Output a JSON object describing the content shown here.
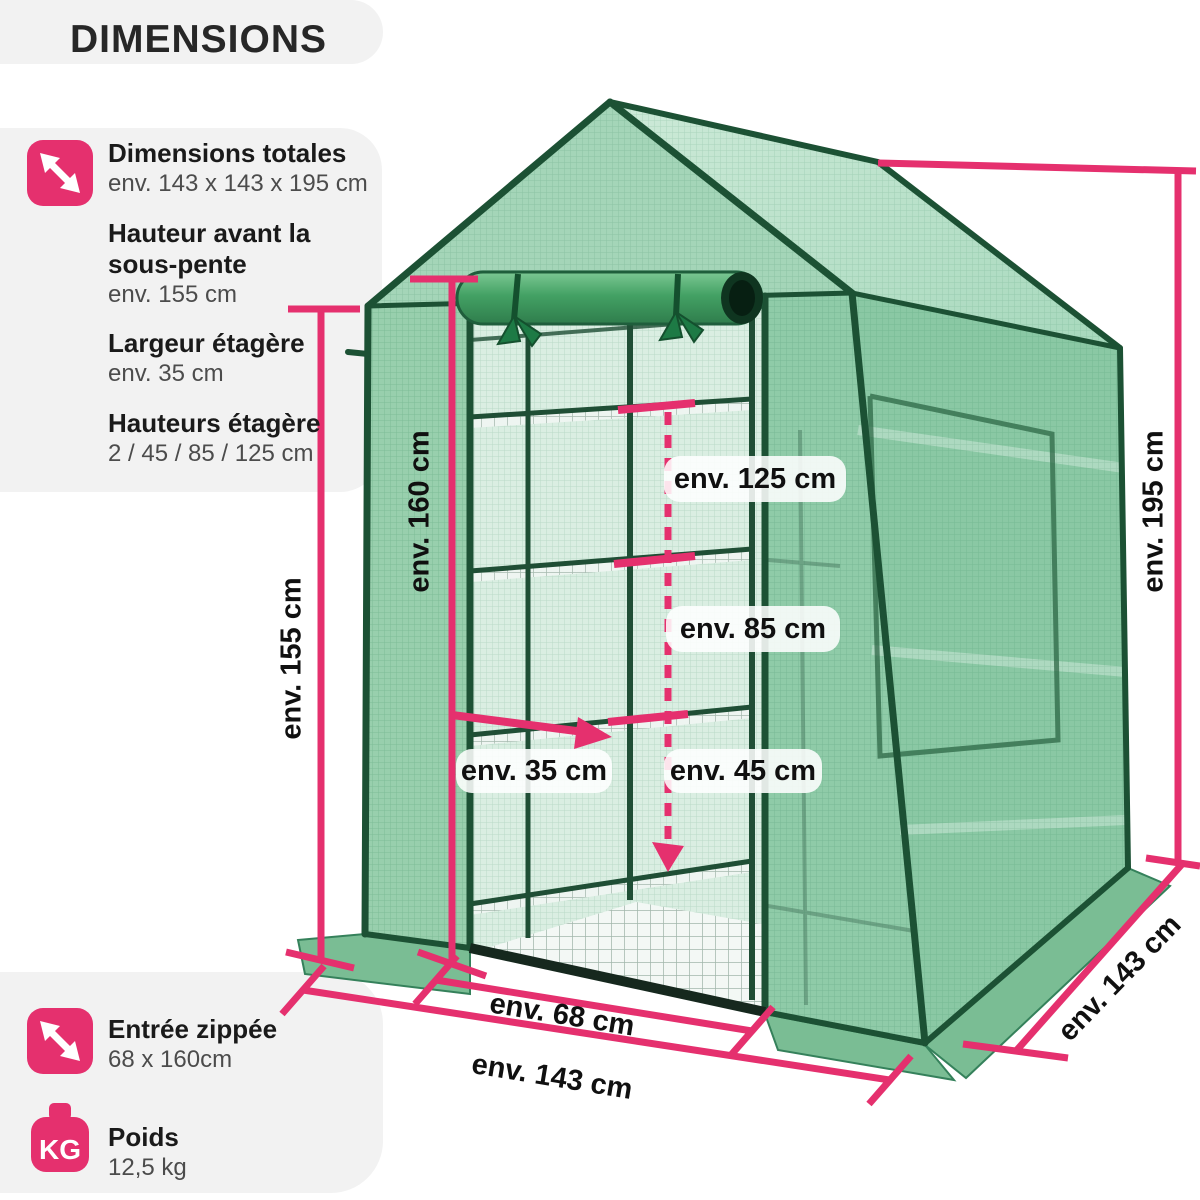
{
  "title": "DIMENSIONS",
  "accent_color": "#e5306e",
  "greenhouse_color": "#2a7a50",
  "specs_top": [
    {
      "icon": "diagonal-arrows-icon",
      "title": "Dimensions totales",
      "value": "env. 143 x 143 x 195 cm"
    },
    {
      "icon": null,
      "title": "Hauteur avant la sous-pente",
      "value": "env. 155 cm"
    },
    {
      "icon": null,
      "title": "Largeur étagère",
      "value": "env. 35 cm"
    },
    {
      "icon": null,
      "title": "Hauteurs étagère",
      "value": "2 / 45 / 85 / 125 cm"
    }
  ],
  "specs_bottom": [
    {
      "icon": "diagonal-arrows-icon",
      "title": "Entrée zippée",
      "value": "68 x 160cm"
    },
    {
      "icon": "weight-kg-icon",
      "icon_text": "KG",
      "title": "Poids",
      "value": "12,5 kg"
    }
  ],
  "annotations": {
    "h155": "env. 155 cm",
    "h160": "env. 160 cm",
    "h195": "env. 195 cm",
    "s125": "env. 125 cm",
    "s85": "env. 85 cm",
    "s45": "env. 45 cm",
    "s35": "env. 35 cm",
    "w68": "env. 68 cm",
    "w143": "env. 143 cm",
    "d143": "env. 143 cm"
  }
}
